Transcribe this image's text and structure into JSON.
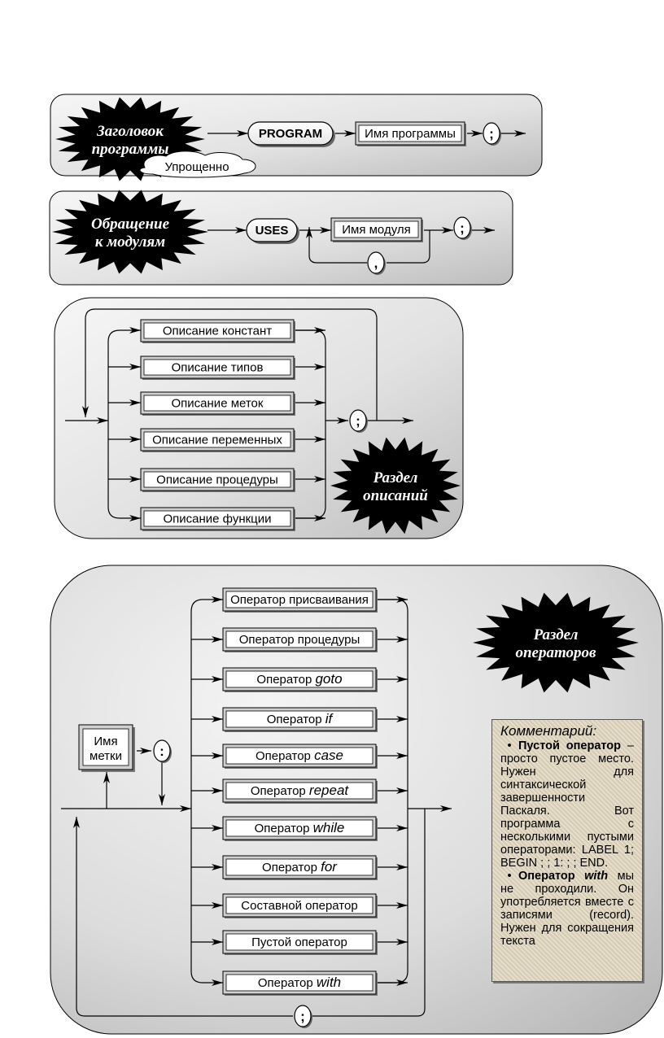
{
  "section_header": {
    "title_line1": "Заголовок",
    "title_line2": "программы",
    "keyword": "PROGRAM",
    "name_box": "Имя программы",
    "separator": ";",
    "cloud_label": "Упрощенно"
  },
  "section_uses": {
    "title_line1": "Обращение",
    "title_line2": "к модулям",
    "keyword": "USES",
    "name_box": "Имя модуля",
    "separator": ";",
    "loop_separator": ","
  },
  "section_declarations": {
    "title_line1": "Раздел",
    "title_line2": "описаний",
    "items": [
      "Описание констант",
      "Описание типов",
      "Описание меток",
      "Описание переменных",
      "Описание процедуры",
      "Описание функции"
    ],
    "separator": ";"
  },
  "section_statements": {
    "title_line1": "Раздел",
    "title_line2": "операторов",
    "label_box_line1": "Имя",
    "label_box_line2": "метки",
    "label_separator": ":",
    "loop_separator": ";",
    "items": [
      {
        "prefix": "Оператор присваивания",
        "keyword": ""
      },
      {
        "prefix": "Оператор процедуры",
        "keyword": ""
      },
      {
        "prefix": "Оператор ",
        "keyword": "goto"
      },
      {
        "prefix": "Оператор ",
        "keyword": "if"
      },
      {
        "prefix": "Оператор ",
        "keyword": "case"
      },
      {
        "prefix": "Оператор ",
        "keyword": "repeat"
      },
      {
        "prefix": "Оператор ",
        "keyword": "while"
      },
      {
        "prefix": "Оператор ",
        "keyword": "for"
      },
      {
        "prefix": "Составной оператор",
        "keyword": ""
      },
      {
        "prefix": "Пустой оператор",
        "keyword": ""
      },
      {
        "prefix": "Оператор ",
        "keyword": "with"
      }
    ]
  },
  "comment": {
    "title": "Комментарий:",
    "p1_bold": "Пустой оператор",
    "p1_text": " – просто пустое место. Нужен для синтаксической завершенности Паскаля. Вот программа с несколькими пустыми операторами: LABEL 1; BEGIN ; ; 1: ; ; END.",
    "p2_bold": "Оператор ",
    "p2_bold_italic": "with",
    "p2_text": " мы не проходили. Он употребляется вместе с записями (record). Нужен для сокращения текста"
  }
}
